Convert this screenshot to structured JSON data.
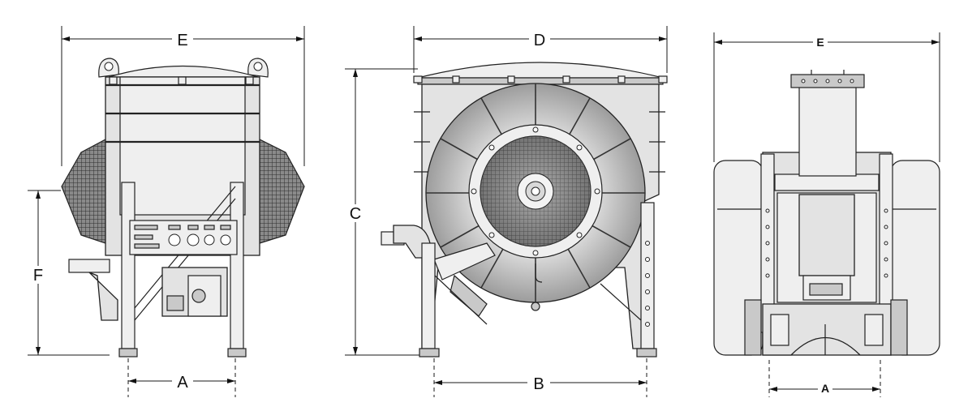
{
  "views": [
    {
      "name": "side-view",
      "labels": {
        "top": "E",
        "left": "F",
        "bottom": "A"
      }
    },
    {
      "name": "front-view",
      "labels": {
        "top": "D",
        "left": "C",
        "bottom": "B"
      }
    },
    {
      "name": "top-view",
      "labels": {
        "top": "E",
        "bottom": "A"
      }
    }
  ],
  "colors": {
    "line": "#1a1a1a",
    "body": "#e3e3e3",
    "grille": "#4a4a4a"
  }
}
